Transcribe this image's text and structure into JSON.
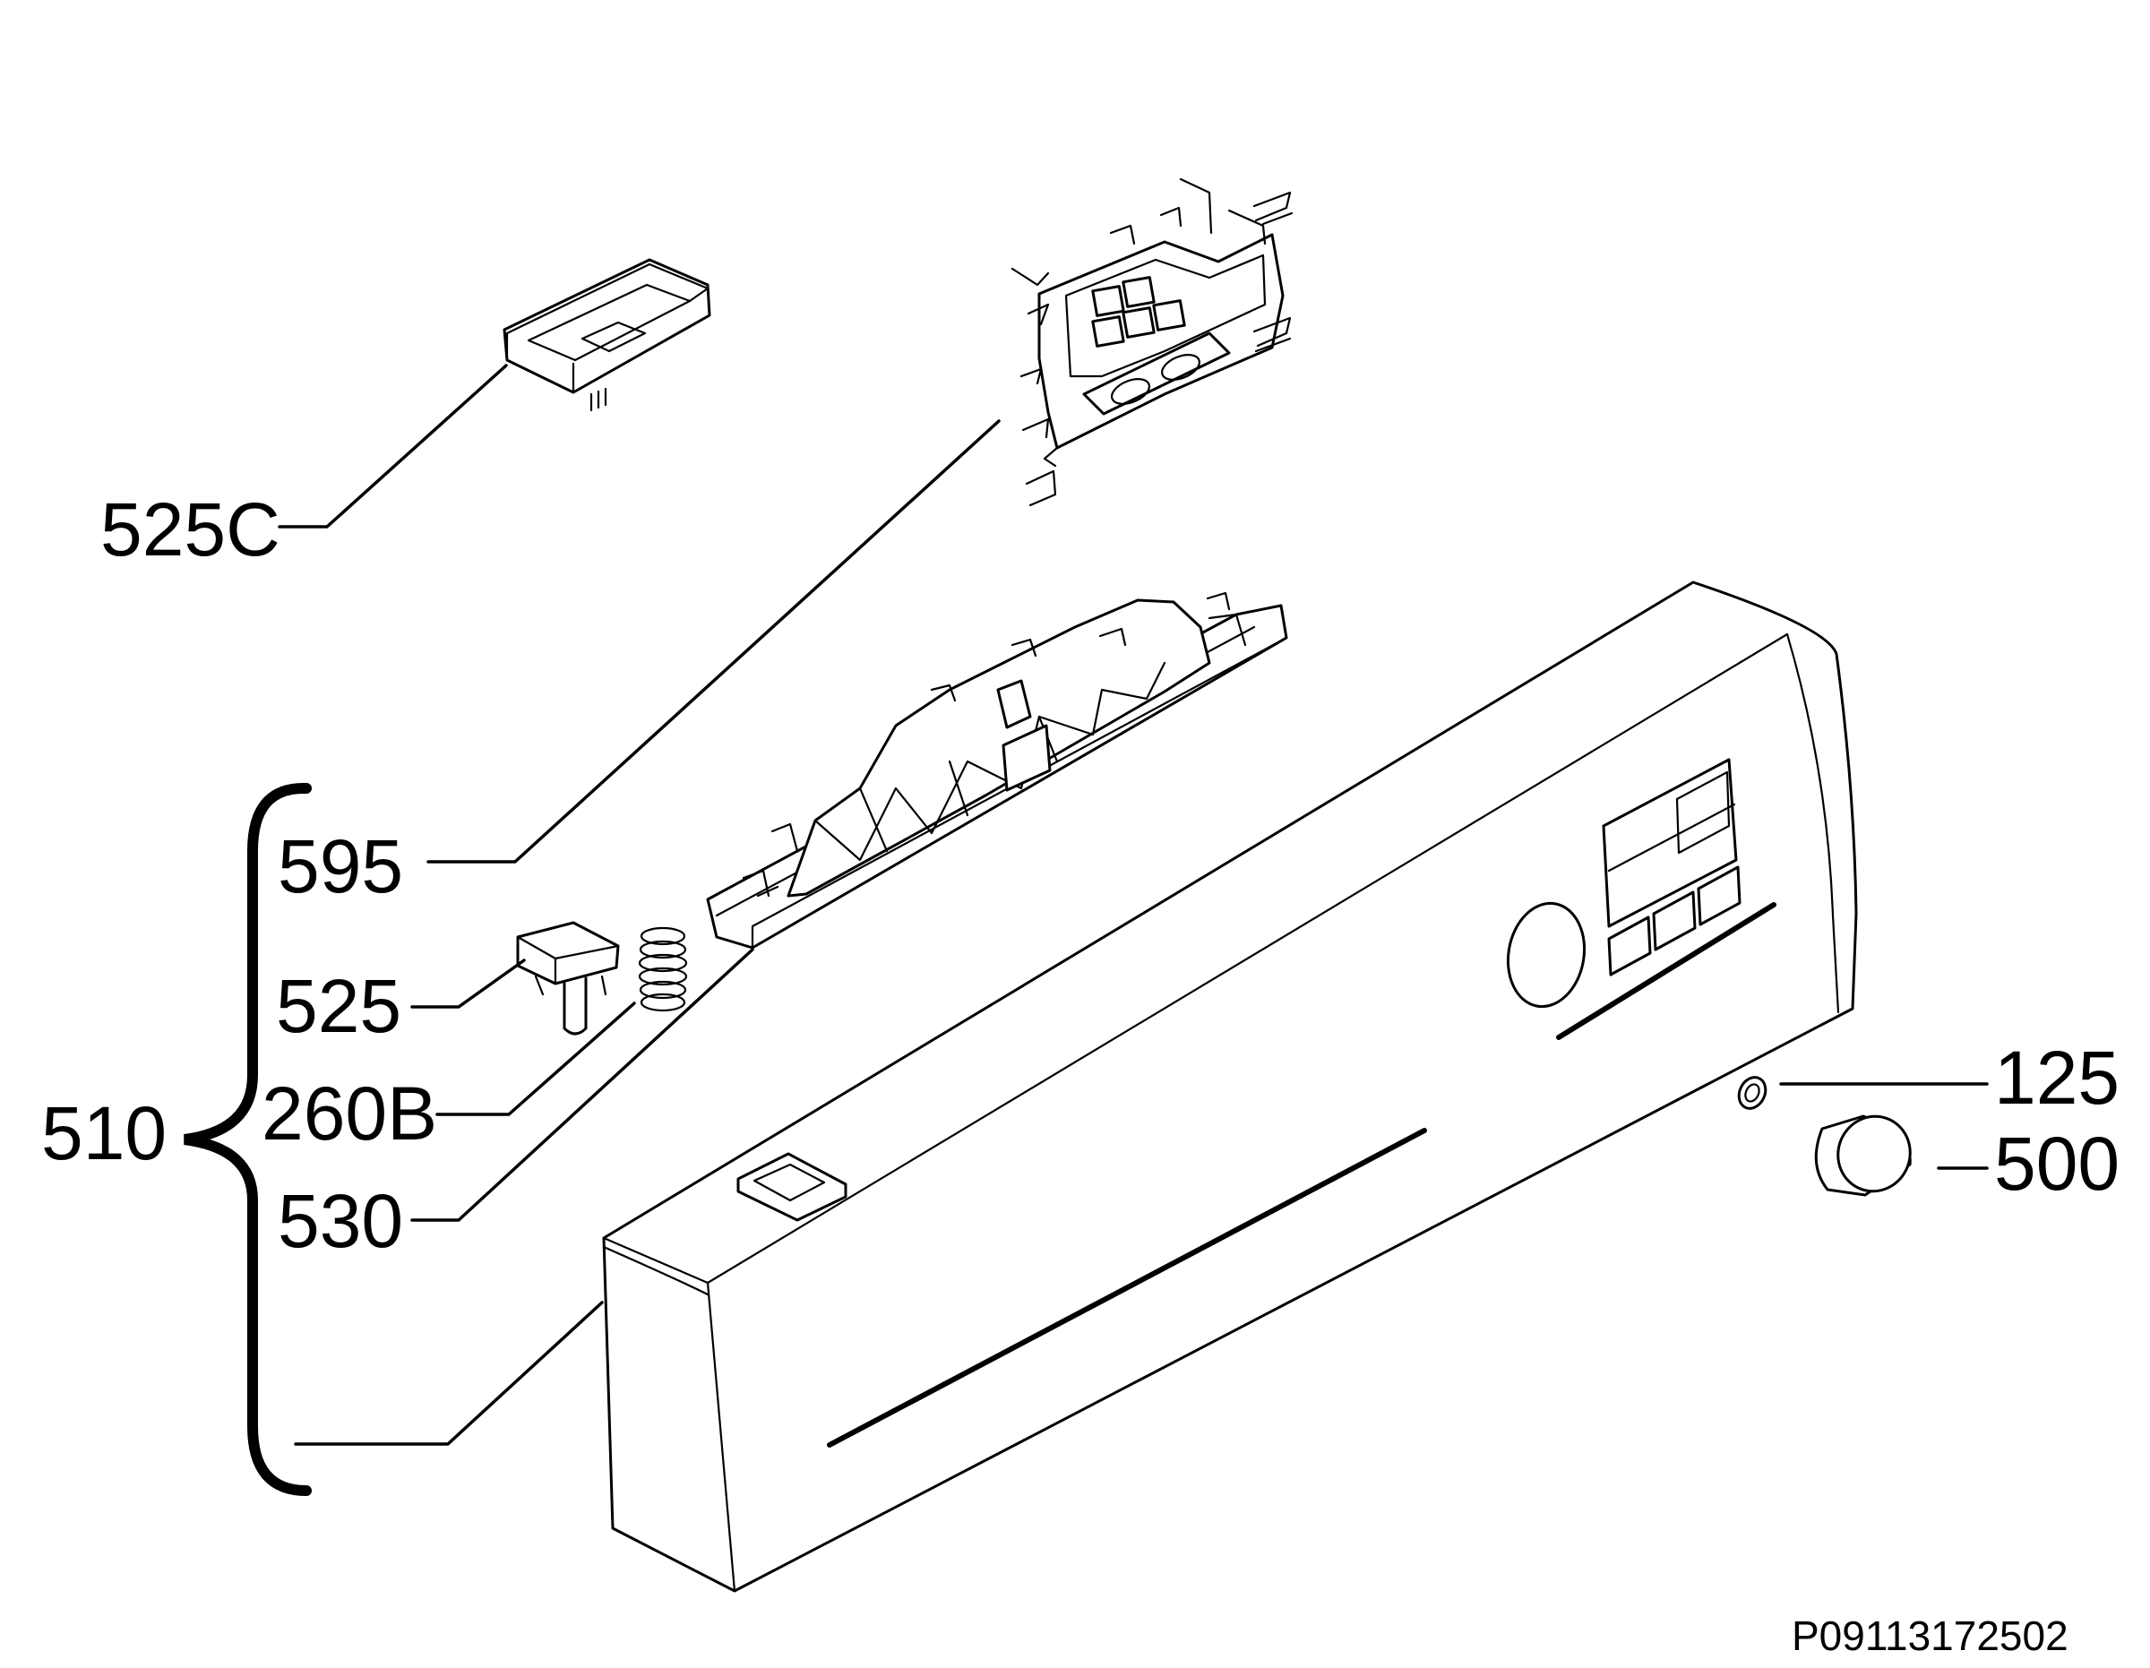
{
  "labels": {
    "l525c": "525C",
    "l595": "595",
    "l525": "525",
    "l260b": "260B",
    "l510": "510",
    "l530": "530",
    "l125": "125",
    "l500": "500"
  },
  "drawing_code": "P09113172502"
}
